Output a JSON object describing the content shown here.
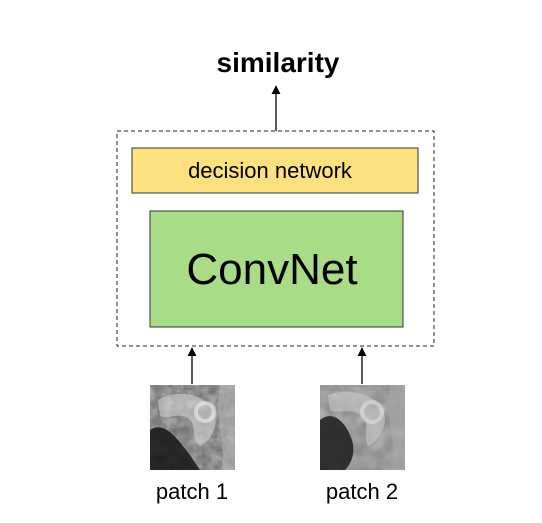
{
  "output_label": "similarity",
  "decision_network_label": "decision network",
  "convnet_label": "ConvNet",
  "patches": [
    {
      "label": "patch 1"
    },
    {
      "label": "patch 2"
    }
  ],
  "colors": {
    "decision_network_fill": "#FDE17E",
    "convnet_fill": "#A9DC87",
    "container_border": "#222222"
  }
}
